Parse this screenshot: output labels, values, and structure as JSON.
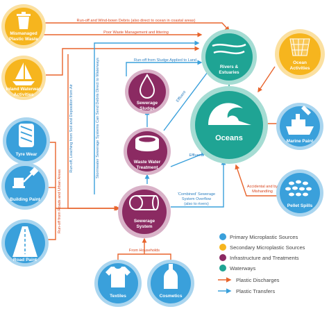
{
  "colors": {
    "primary": "#3aa0db",
    "secondary": "#f6b51e",
    "infrastructure": "#8b2a62",
    "waterways": "#1fa494",
    "discharge_arrow": "#e8642c",
    "transfer_arrow": "#3aa0db",
    "primary_ring": "#a9d5ef",
    "secondary_ring": "#fbe0a0",
    "infrastructure_ring": "#d9b2c8",
    "waterways_ring": "#a5dcd3"
  },
  "nodes": {
    "mismanaged_plastic_waste": {
      "label_lines": [
        "Mismanaged",
        "Plastic Waste"
      ],
      "icon": "trash-bin-icon",
      "category": "secondary"
    },
    "inland_waterway_activities": {
      "label_lines": [
        "Inland Waterway",
        "Activities"
      ],
      "icon": "sailboat-icon",
      "category": "secondary"
    },
    "ocean_activities": {
      "label_lines": [
        "Ocean",
        "Activities"
      ],
      "icon": "fishing-net-icon",
      "category": "secondary"
    },
    "sewerage_sludge": {
      "label_lines": [
        "Sewerage",
        "Sludge"
      ],
      "icon": "droplet-icon",
      "category": "infrastructure"
    },
    "waste_water_treatment": {
      "label_lines": [
        "Waste Water",
        "Treatment"
      ],
      "icon": "treatment-tank-icon",
      "category": "infrastructure"
    },
    "sewerage_system": {
      "label_lines": [
        "Sewerage",
        "System"
      ],
      "icon": "pipe-icon",
      "category": "infrastructure"
    },
    "rivers_estuaries": {
      "label_lines": [
        "Rivers &",
        "Estuaries"
      ],
      "icon": "river-icon",
      "category": "waterways"
    },
    "oceans": {
      "label_lines": [
        "Oceans"
      ],
      "icon": "wave-icon",
      "category": "waterways"
    },
    "tyre_wear": {
      "label_lines": [
        "Tyre Wear"
      ],
      "icon": "tyre-icon",
      "category": "primary"
    },
    "building_paint": {
      "label_lines": [
        "Building Paint"
      ],
      "icon": "paint-roller-icon",
      "category": "primary"
    },
    "road_paint": {
      "label_lines": [
        "Road Paint"
      ],
      "icon": "road-icon",
      "category": "primary"
    },
    "marine_paint": {
      "label_lines": [
        "Marine Paint"
      ],
      "icon": "ship-icon",
      "category": "primary"
    },
    "pellet_spills": {
      "label_lines": [
        "Pellet Spills"
      ],
      "icon": "pellets-icon",
      "category": "primary"
    },
    "textiles": {
      "label_lines": [
        "Textiles"
      ],
      "icon": "tshirt-icon",
      "category": "primary"
    },
    "cosmetics": {
      "label_lines": [
        "Cosmetics"
      ],
      "icon": "bottle-icon",
      "category": "primary"
    }
  },
  "edge_labels": {
    "runoff_wind_debris": "Run-off and Wind-bown Debris (also direct to ocean in coastal areas)",
    "poor_waste_management": "Poor Waste Management and littering",
    "runoff_sludge_land": "Run-off from Sludge Applied to Land",
    "runoff_leaching": "Run-off, Leaching from Soil and Deposition from Air",
    "stormwater": "Stormwater Sewerage Systems Can Send Debris Direct to Waterways",
    "effluent_vertical": "Effluent",
    "effluent_horizontal": "Effluent",
    "combined_overflow": [
      "'Combined' Sewerage",
      "System Overflow",
      "(also to rivers)"
    ],
    "runoff_roads": "Run-off from Roads and Urban Areas",
    "from_households": "From Households",
    "accidental": [
      "Accidental and by",
      "Mishandling"
    ]
  },
  "legend": {
    "items": [
      {
        "label": "Primary Microplastic Sources",
        "kind": "dot",
        "category": "primary"
      },
      {
        "label": "Secondary Microplastic Sources",
        "kind": "dot",
        "category": "secondary"
      },
      {
        "label": "Infrastructure and Treatments",
        "kind": "dot",
        "category": "infrastructure"
      },
      {
        "label": "Waterways",
        "kind": "dot",
        "category": "waterways"
      },
      {
        "label": "Plastic Discharges",
        "kind": "arrow",
        "category": "discharge"
      },
      {
        "label": "Plastic Transfers",
        "kind": "arrow",
        "category": "transfer"
      }
    ]
  }
}
